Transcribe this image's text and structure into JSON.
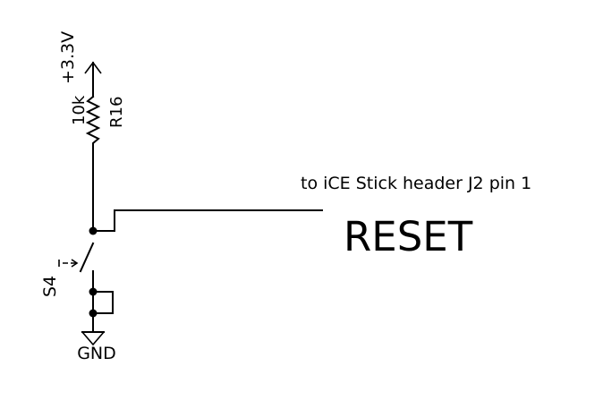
{
  "schematic": {
    "supply": {
      "label": "+3.3V"
    },
    "resistor": {
      "ref": "R16",
      "value": "10k"
    },
    "switch": {
      "ref": "S4"
    },
    "ground": {
      "label": "GND"
    },
    "net": {
      "name": "RESET",
      "note": "to iCE Stick header J2 pin 1"
    }
  }
}
